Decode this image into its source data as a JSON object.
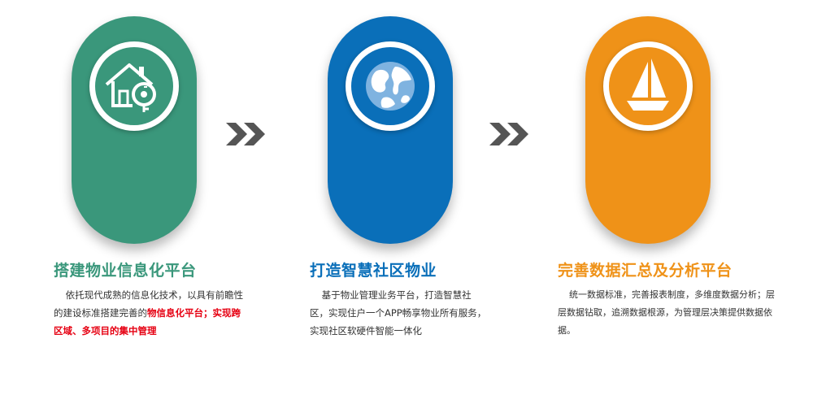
{
  "colors": {
    "green": "#3a977b",
    "blue": "#0a6fb9",
    "orange": "#ef9218",
    "highlight": "#e60012",
    "arrow": "#555555"
  },
  "cards": [
    {
      "icon": "house-key-icon",
      "title": "搭建物业信息化平台",
      "desc_lead": "依托现代成熟的信息化技术，以具有前瞻性的建设标准搭建完善的",
      "desc_highlight": "物信息化平台；实现跨区域、多项目的集中管理"
    },
    {
      "icon": "globe-icon",
      "title": "打造智慧社区物业",
      "desc_lead": "基于物业管理业务平台，打造智慧社区，实现住户一个APP畅享物业所有服务，实现社区软硬件智能一体化",
      "desc_highlight": ""
    },
    {
      "icon": "sailboat-icon",
      "title": "完善数据汇总及分析平台",
      "desc_lead": "统一数据标准，完善报表制度，多维度数据分析；层层数据钻取，追溯数据根源，为管理层决策提供数据依据。",
      "desc_highlight": ""
    }
  ],
  "arrows": [
    {
      "icon": "double-chevron-right-icon"
    },
    {
      "icon": "double-chevron-right-icon"
    }
  ]
}
